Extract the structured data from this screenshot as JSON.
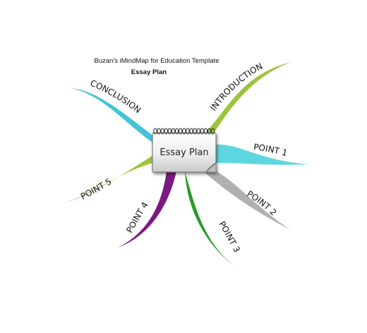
{
  "header": {
    "template_title": "Buzan's iMindMap for Education Template",
    "doc_title": "Essay Plan"
  },
  "central": {
    "label": "Essay Plan"
  },
  "branches": [
    {
      "key": "introduction",
      "label": "INTRODUCTION",
      "color": "#9bc43a"
    },
    {
      "key": "point1",
      "label": "POINT 1",
      "color": "#5ed6df"
    },
    {
      "key": "point2",
      "label": "POINT 2",
      "color": "#b0b0b0"
    },
    {
      "key": "point3",
      "label": "POINT 3",
      "color": "#2a9a2a"
    },
    {
      "key": "point4",
      "label": "POINT 4",
      "color": "#7a1a80"
    },
    {
      "key": "point5",
      "label": "POINT 5",
      "color": "#9bc43a"
    },
    {
      "key": "conclusion",
      "label": "CONCLUSION",
      "color": "#45c3d6"
    }
  ]
}
